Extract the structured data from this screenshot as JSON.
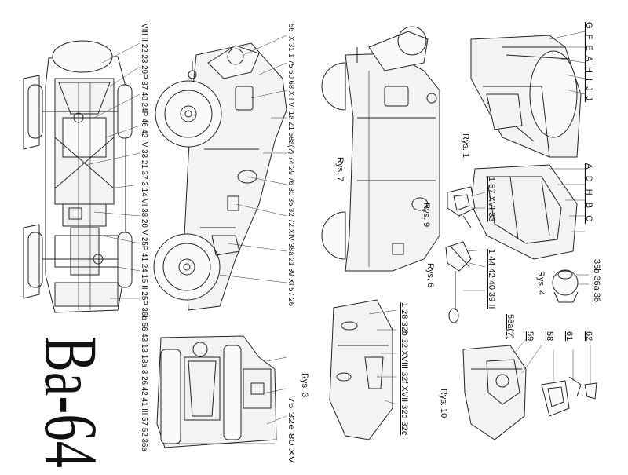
{
  "title": "Ba-64",
  "figure_captions": {
    "rys1": "Rys. 1",
    "rys3": "Rys. 3",
    "rys4": "Rys. 4",
    "rys6": "Rys. 6",
    "rys7": "Rys. 7",
    "rys9": "Rys. 9",
    "rys10": "Rys. 10"
  },
  "top_right_letters": "G F E A H I J J",
  "right_letters": "A D H B C",
  "rys4_labels": "36b 36a 36",
  "rys9_labels": "1 57 XVI 33",
  "rys6_labels": "1 44 42 40 39 II",
  "rys3_labels": "1 28 32b 32 XVIII 32f XVII 32d 32c",
  "rys10_refs": {
    "r58a": "58a(?)",
    "r59": "59",
    "r58": "58",
    "r61": "61",
    "r62": "62"
  },
  "col_side_view": "56 IX 31 1 75 60 68 XII VI 1a Z1 58a(?) 74 29 76 30 35 32 72 XIV 38a 21 39 XI 57 26",
  "col_top_view": "VIII II 22 23 29P 37 40 24P 46 42 IV 33 21 37 3 14 VI 38 20 V 25P 41 24 15 II 25P 36b 56 43 13 18a 3 26 42 41 III 57 52 36a",
  "col_front_view": "75 32e 80 XV"
}
